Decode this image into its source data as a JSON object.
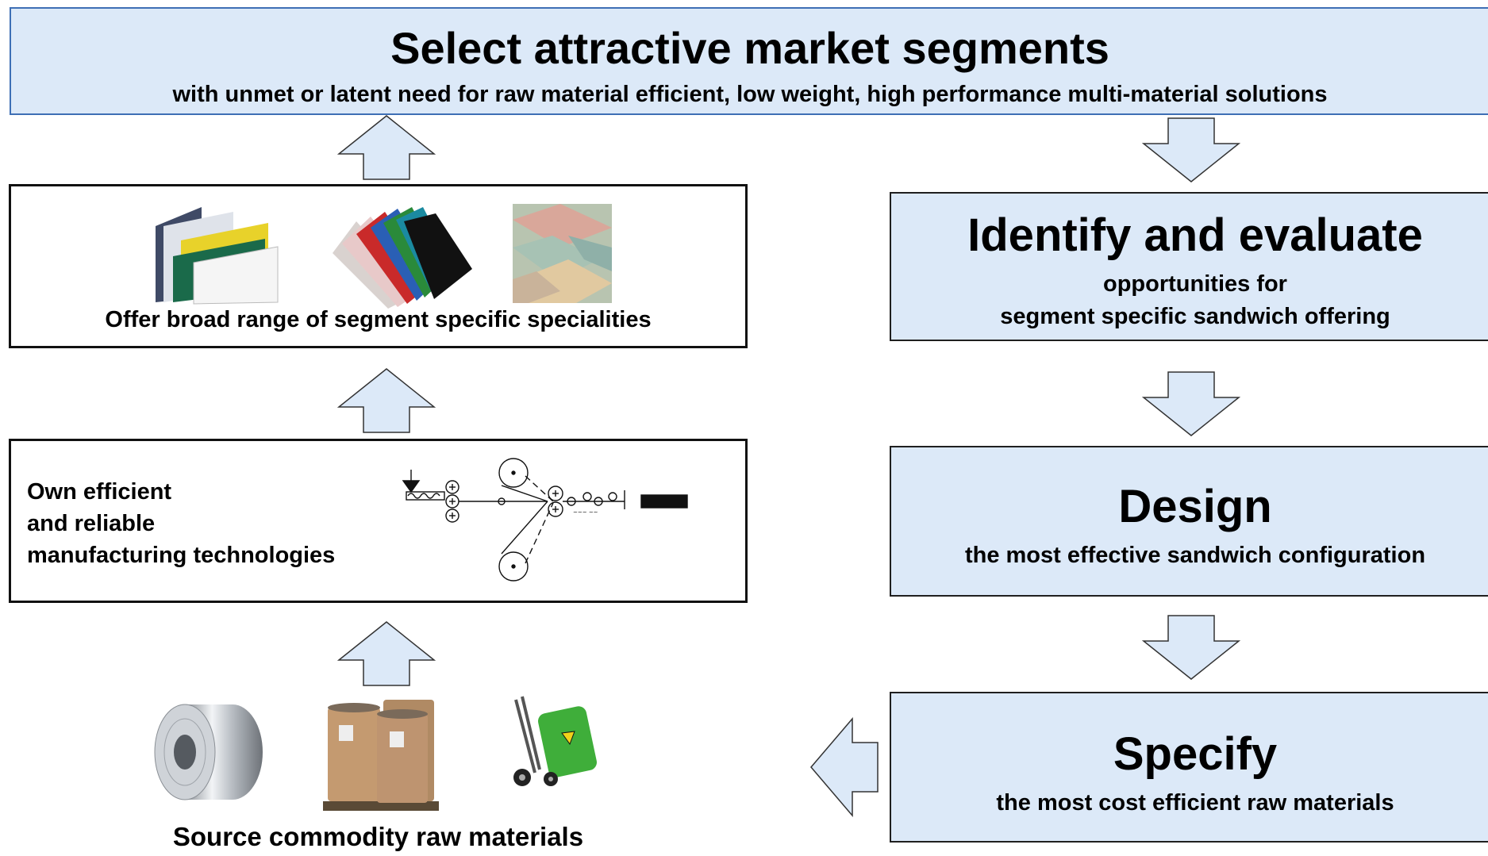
{
  "top": {
    "title": "Select attractive market segments",
    "subtitle": "with unmet or latent need for raw material efficient, low weight, high performance multi-material solutions"
  },
  "left": {
    "specialities": {
      "label": "Offer broad range of segment specific specialities",
      "images": [
        "composite-panels-image",
        "color-sheet-fan-image",
        "stacked-colored-slabs-image"
      ]
    },
    "manufacturing": {
      "lines": [
        "Own efficient",
        "and reliable",
        "manufacturing technologies"
      ],
      "image": "extrusion-lamination-process-diagram"
    },
    "raw_materials": {
      "label": "Source commodity raw materials",
      "images": [
        "metal-coil-image",
        "fiber-drums-image",
        "chemical-barrel-hand-truck-image"
      ]
    }
  },
  "right": {
    "identify": {
      "title": "Identify and evaluate",
      "subtitle_lines": [
        "opportunities for",
        "segment specific sandwich offering"
      ]
    },
    "design": {
      "title": "Design",
      "subtitle": "the most effective sandwich configuration"
    },
    "specify": {
      "title": "Specify",
      "subtitle": "the most cost efficient raw materials"
    }
  },
  "colors": {
    "box_fill": "#dce9f8",
    "arrow_fill": "#dce9f8",
    "top_border": "#3e6fb5",
    "outline": "#1f1f1f"
  }
}
